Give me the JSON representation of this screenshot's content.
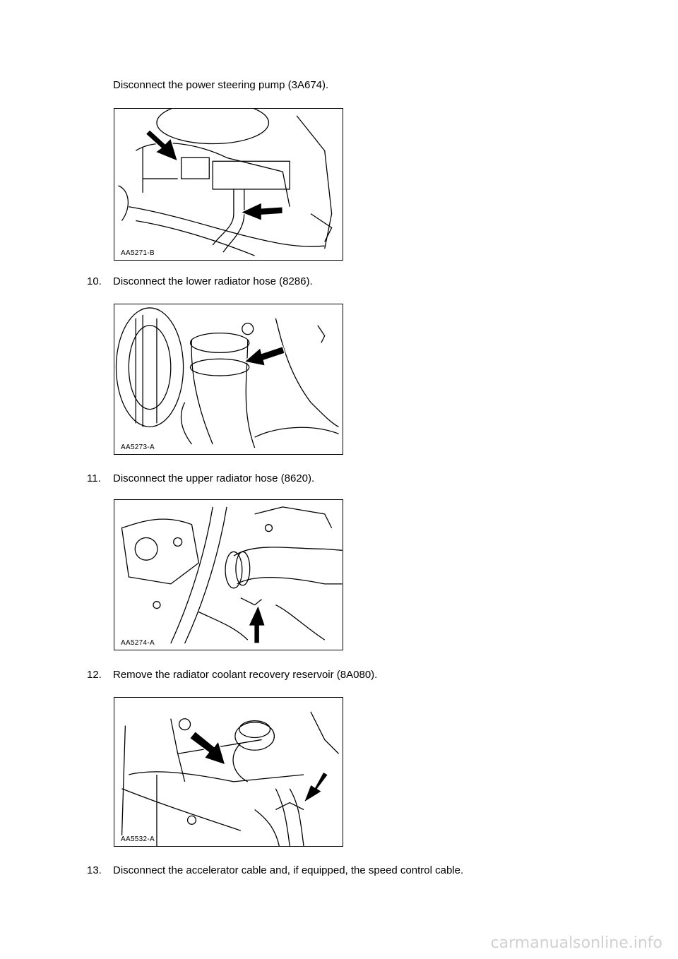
{
  "steps": [
    {
      "number": "",
      "text": "Disconnect the power steering pump (3A674).",
      "figure": "AA5271-B"
    },
    {
      "number": "10.",
      "text": "Disconnect the lower radiator hose (8286).",
      "figure": "AA5273-A"
    },
    {
      "number": "11.",
      "text": "Disconnect the upper radiator hose (8620).",
      "figure": "AA5274-A"
    },
    {
      "number": "12.",
      "text": "Remove the radiator coolant recovery reservoir (8A080).",
      "figure": "AA5532-A"
    },
    {
      "number": "13.",
      "text": "Disconnect the accelerator cable and, if equipped, the speed control cable.",
      "figure": ""
    }
  ],
  "footer": "carmanualsonline.info"
}
